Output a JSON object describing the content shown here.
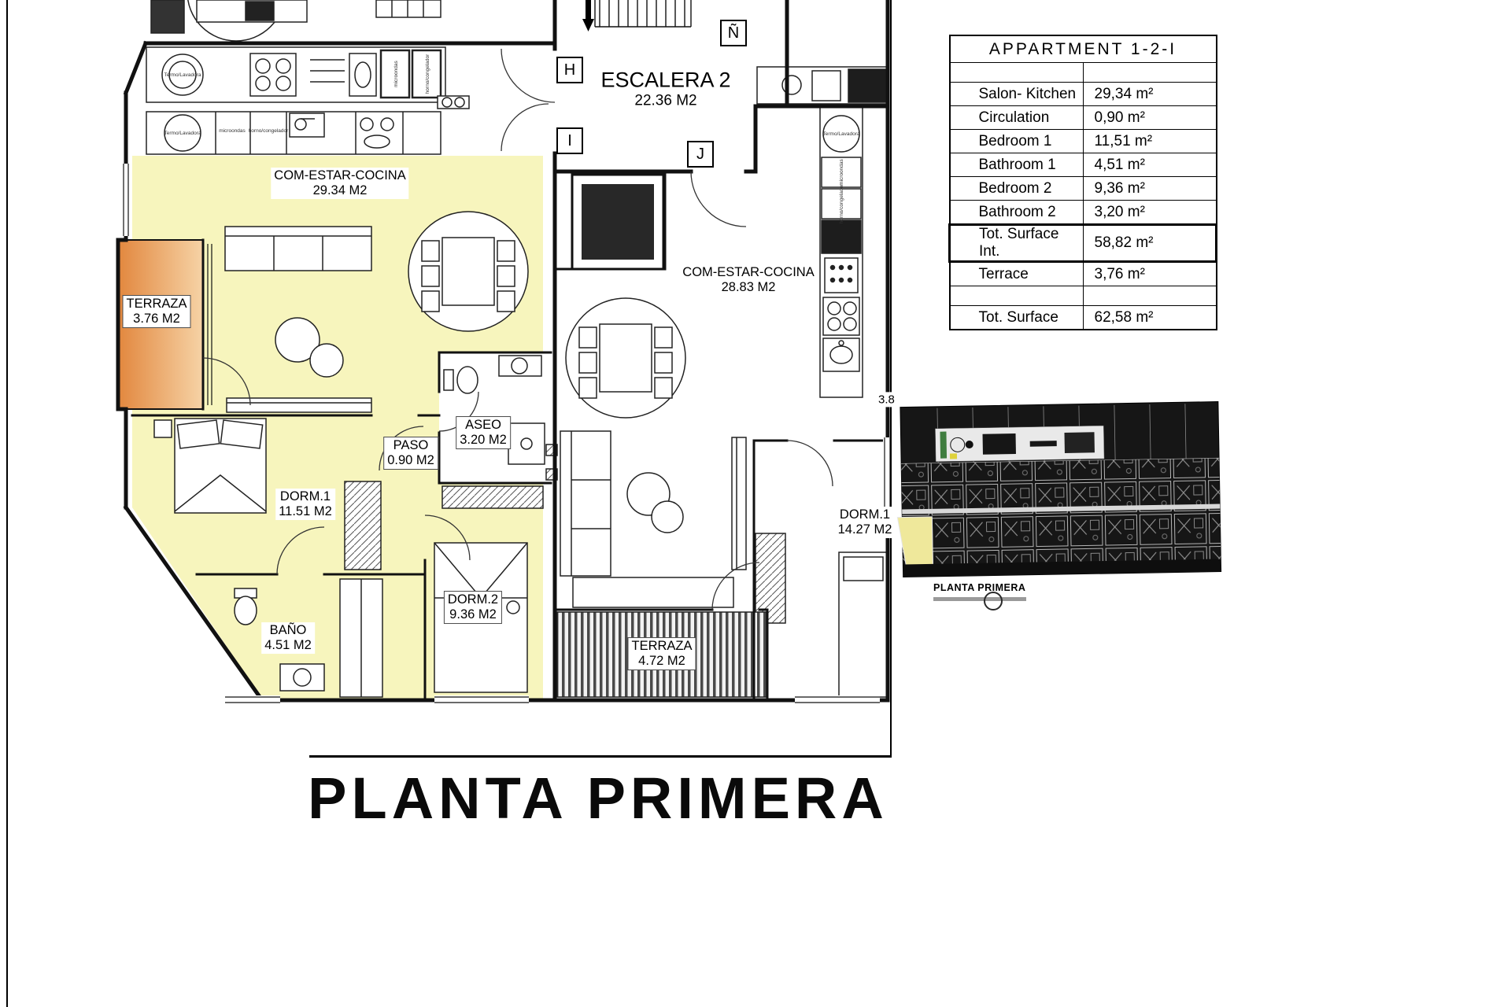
{
  "page": {
    "bottom_title": "PLANTA PRIMERA"
  },
  "table": {
    "title": "APPARTMENT 1-2-I",
    "rows": [
      {
        "label": "Salon- Kitchen",
        "value": "29,34 m²"
      },
      {
        "label": "Circulation",
        "value": "0,90 m²"
      },
      {
        "label": "Bedroom 1",
        "value": "11,51 m²"
      },
      {
        "label": "Bathroom 1",
        "value": "4,51 m²"
      },
      {
        "label": "Bedroom 2",
        "value": "9,36 m²"
      },
      {
        "label": "Bathroom 2",
        "value": "3,20 m²"
      },
      {
        "label": "Tot. Surface Int.",
        "value": "58,82 m²"
      },
      {
        "label": "Terrace",
        "value": "3,76 m²"
      },
      {
        "label": "Tot. Surface",
        "value": "62,58 m²"
      }
    ]
  },
  "plan": {
    "rooms": {
      "com1": {
        "name": "COM-ESTAR-COCINA",
        "area": "29.34 M2"
      },
      "terraza1": {
        "name": "TERRAZA",
        "area": "3.76 M2"
      },
      "dorm1_left": {
        "name": "DORM.1",
        "area": "11.51 M2"
      },
      "bano": {
        "name": "BAÑO",
        "area": "4.51 M2"
      },
      "paso": {
        "name": "PASO",
        "area": "0.90 M2"
      },
      "aseo": {
        "name": "ASEO",
        "area": "3.20 M2"
      },
      "dorm2": {
        "name": "DORM.2",
        "area": "9.36 M2"
      },
      "escalera": {
        "name": "ESCALERA 2",
        "area": "22.36 M2"
      },
      "com2": {
        "name": "COM-ESTAR-COCINA",
        "area": "28.83 M2"
      },
      "dorm1_right": {
        "name": "DORM.1",
        "area": "14.27 M2"
      },
      "terraza2": {
        "name": "TERRAZA",
        "area": "4.72 M2"
      }
    },
    "markers": {
      "h": "H",
      "i": "I",
      "j": "J",
      "n": "Ñ"
    },
    "partial_area": "3.8",
    "appliances": {
      "washer": "Termo/Lavadora",
      "microwave": "microondas",
      "oven": "horno/congelador"
    }
  },
  "thumbnail": {
    "caption": "PLANTA PRIMERA"
  },
  "colors": {
    "highlight": "#f7f5bd",
    "terrace_dark": "#e2873e",
    "terrace_light": "#f6d3a6"
  }
}
